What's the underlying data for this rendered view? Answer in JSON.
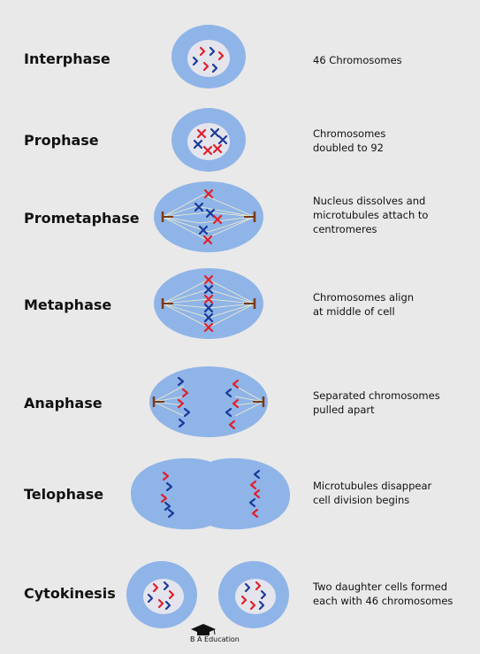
{
  "stages": [
    {
      "name": "Interphase",
      "desc": [
        "46 Chromosomes"
      ]
    },
    {
      "name": "Prophase",
      "desc": [
        "Chromosomes",
        "doubled to 92"
      ]
    },
    {
      "name": "Prometaphase",
      "desc": [
        "Nucleus dissolves and",
        "microtubules attach to",
        "centromeres"
      ]
    },
    {
      "name": "Metaphase",
      "desc": [
        "Chromosomes align",
        "at middle of cell"
      ]
    },
    {
      "name": "Anaphase",
      "desc": [
        "Separated chromosomes",
        "pulled apart"
      ]
    },
    {
      "name": "Telophase",
      "desc": [
        "Microtubules disappear",
        "cell division begins"
      ]
    },
    {
      "name": "Cytokinesis",
      "desc": [
        "Two daughter cells formed",
        "each with 46 chromosomes"
      ]
    }
  ],
  "logo": {
    "text": "B A Education"
  },
  "colors": {
    "background": "#e9e9e9",
    "cytoplasm": "#8fb4e8",
    "nucleus": "#e4e4ec",
    "chromosome_red": "#e0202a",
    "chromosome_blue": "#1a3a9a",
    "spindle": "#f2f0c8",
    "centrosome": "#7a3a1a"
  }
}
